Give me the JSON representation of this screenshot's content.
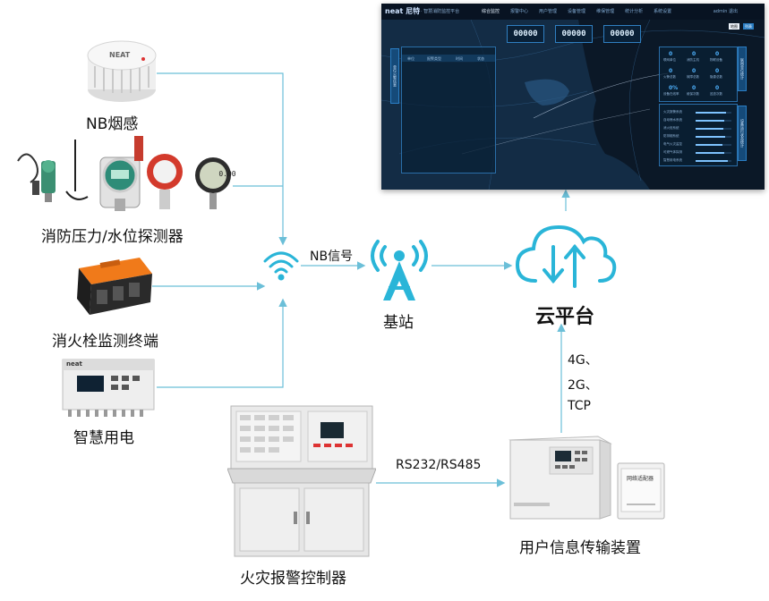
{
  "devices": {
    "smoke": "NB烟感",
    "pressure": "消防压力/水位探测器",
    "hydrant": "消火栓监测终端",
    "power": "智慧用电",
    "fire_controller": "火灾报警控制器",
    "transmitter": "用户信息传输装置"
  },
  "links": {
    "nb_signal": "NB信号",
    "rs": "RS232/RS485",
    "mobile_line1": "4G、",
    "mobile_line2": "2G、",
    "mobile_line3": "TCP"
  },
  "nodes": {
    "base_station": "基站",
    "cloud_platform": "云平台"
  },
  "device_text": {
    "smoke_brand": "NEAT",
    "pressure_reading": "0.00",
    "power_brand": "neat",
    "network_box": "网络适配器"
  },
  "dashboard": {
    "logo": "neat 尼特",
    "title": "· 智慧消防监控平台",
    "menu": [
      "综合监控",
      "报警中心",
      "用户管理",
      "设备管理",
      "维保管理",
      "统计分析",
      "系统设置"
    ],
    "active_menu": 0,
    "user": "admin 退出",
    "buttons": [
      "地图",
      "列表"
    ],
    "counters": [
      "00000",
      "00000",
      "00000"
    ],
    "left_tab": "单位火警信息",
    "left_headers": [
      "单位",
      "报警类型",
      "时间",
      "状态"
    ],
    "right_tab1": "联网单位统计",
    "right_tab2": "设备运行状态统计",
    "stats": [
      {
        "value": "0",
        "label": "联网单位"
      },
      {
        "value": "0",
        "label": "消防主机"
      },
      {
        "value": "0",
        "label": "物联设备"
      },
      {
        "value": "0",
        "label": "火警总数"
      },
      {
        "value": "0",
        "label": "故障总数"
      },
      {
        "value": "0",
        "label": "隐患总数"
      },
      {
        "value": "0%",
        "label": "设备在线率"
      },
      {
        "value": "0",
        "label": "维保次数"
      },
      {
        "value": "0",
        "label": "巡查次数"
      }
    ],
    "status_rows": [
      {
        "label": "火灾报警系统",
        "value": 0.85
      },
      {
        "label": "自动喷水系统",
        "value": 0.8
      },
      {
        "label": "消火栓系统",
        "value": 0.78
      },
      {
        "label": "防排烟系统",
        "value": 0.82
      },
      {
        "label": "电气火灾监控",
        "value": 0.75
      },
      {
        "label": "可燃气体探测",
        "value": 0.8
      },
      {
        "label": "智慧用电系统",
        "value": 0.9
      }
    ]
  },
  "colors": {
    "line": "#6bbfd8",
    "accent": "#2ab5d8",
    "dash_bg": "#0c1a2b"
  }
}
